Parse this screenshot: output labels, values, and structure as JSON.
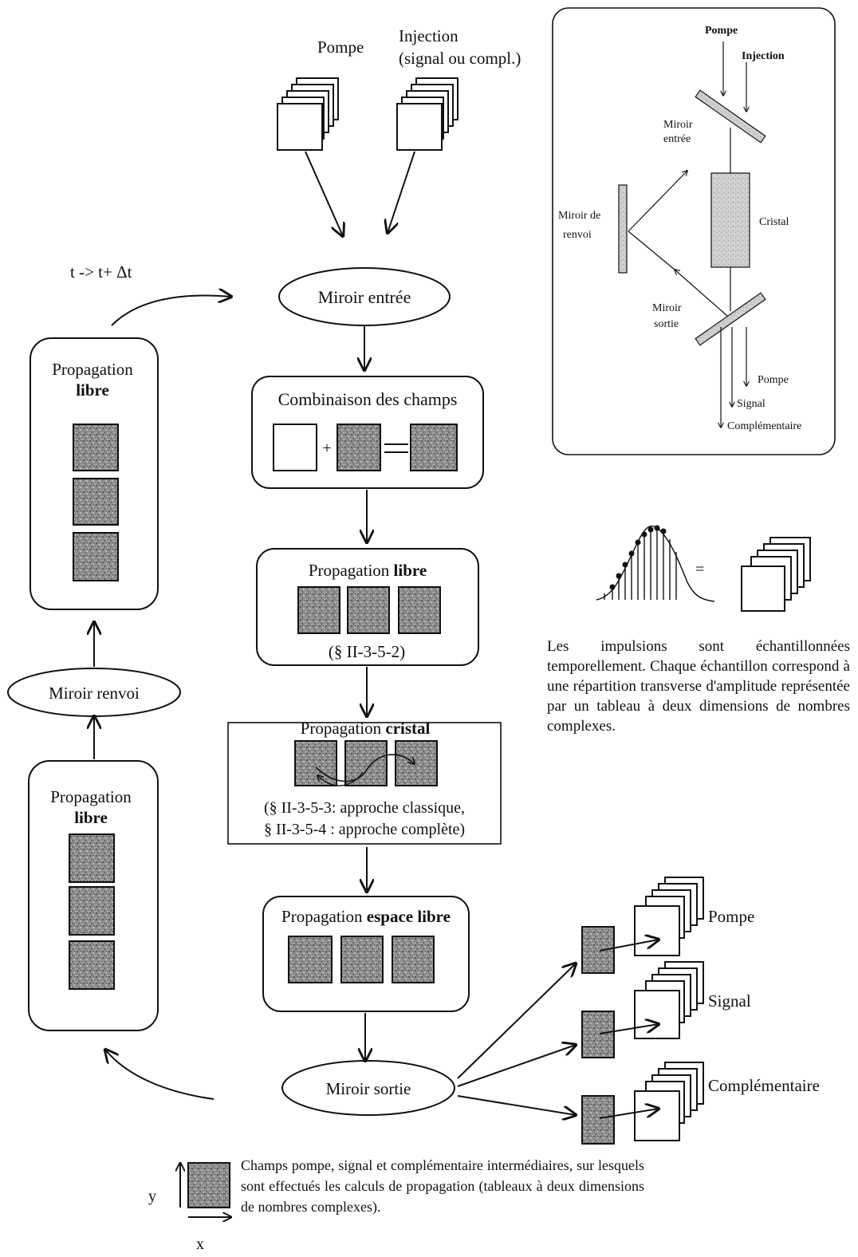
{
  "top_inputs": {
    "pump_label": "Pompe",
    "injection_label": "Injection",
    "injection_sub": "(signal ou compl.)"
  },
  "time_step": "t  ->  t+ Δt",
  "nodes": {
    "mirror_in": "Miroir  entrée",
    "combination_title": "Combinaison des champs",
    "free_prop_title": "Propagation",
    "free_prop_bold": "libre",
    "free_prop_ref": "(§ II-3-5-2)",
    "crystal_title": "Propagation",
    "crystal_bold": "cristal",
    "crystal_ref_1": "(§ II-3-5-3: approche classique,",
    "crystal_ref_2": "§ II-3-5-4 :  approche complète)",
    "space_prop_title": "Propagation",
    "space_prop_bold": "espace libre",
    "mirror_out": "Miroir  sortie",
    "mirror_return": "Miroir   renvoi",
    "left_top_title": "Propagation",
    "left_top_bold": "libre",
    "left_bottom_title": "Propagation",
    "left_bottom_bold": "libre"
  },
  "outputs": [
    "Pompe",
    "Signal",
    "Complémentaire"
  ],
  "inset": {
    "pump": "Pompe",
    "injection": "Injection",
    "mirror_in_1": "Miroir",
    "mirror_in_2": "entrée",
    "return_1": "Miroir  de",
    "return_2": "renvoi",
    "crystal": "Cristal",
    "mirror_out_1": "Miroir",
    "mirror_out_2": "sortie",
    "out_pump": "Pompe",
    "out_signal": "Signal",
    "out_comp": "Complémentaire"
  },
  "sampling_note": "Les impulsions sont échantillonnées temporellement. Chaque échantillon correspond à une répartition transverse d'amplitude représentée par un tableau à deux dimensions de nombres complexes.",
  "legend": {
    "y": "y",
    "x": "x",
    "text": "Champs pompe, signal et complémentaire intermédiaires, sur lesquels sont effectués les calculs de propagation (tableaux à deux dimensions de nombres complexes)."
  },
  "equals_sign": "=",
  "plus_sign": "+"
}
